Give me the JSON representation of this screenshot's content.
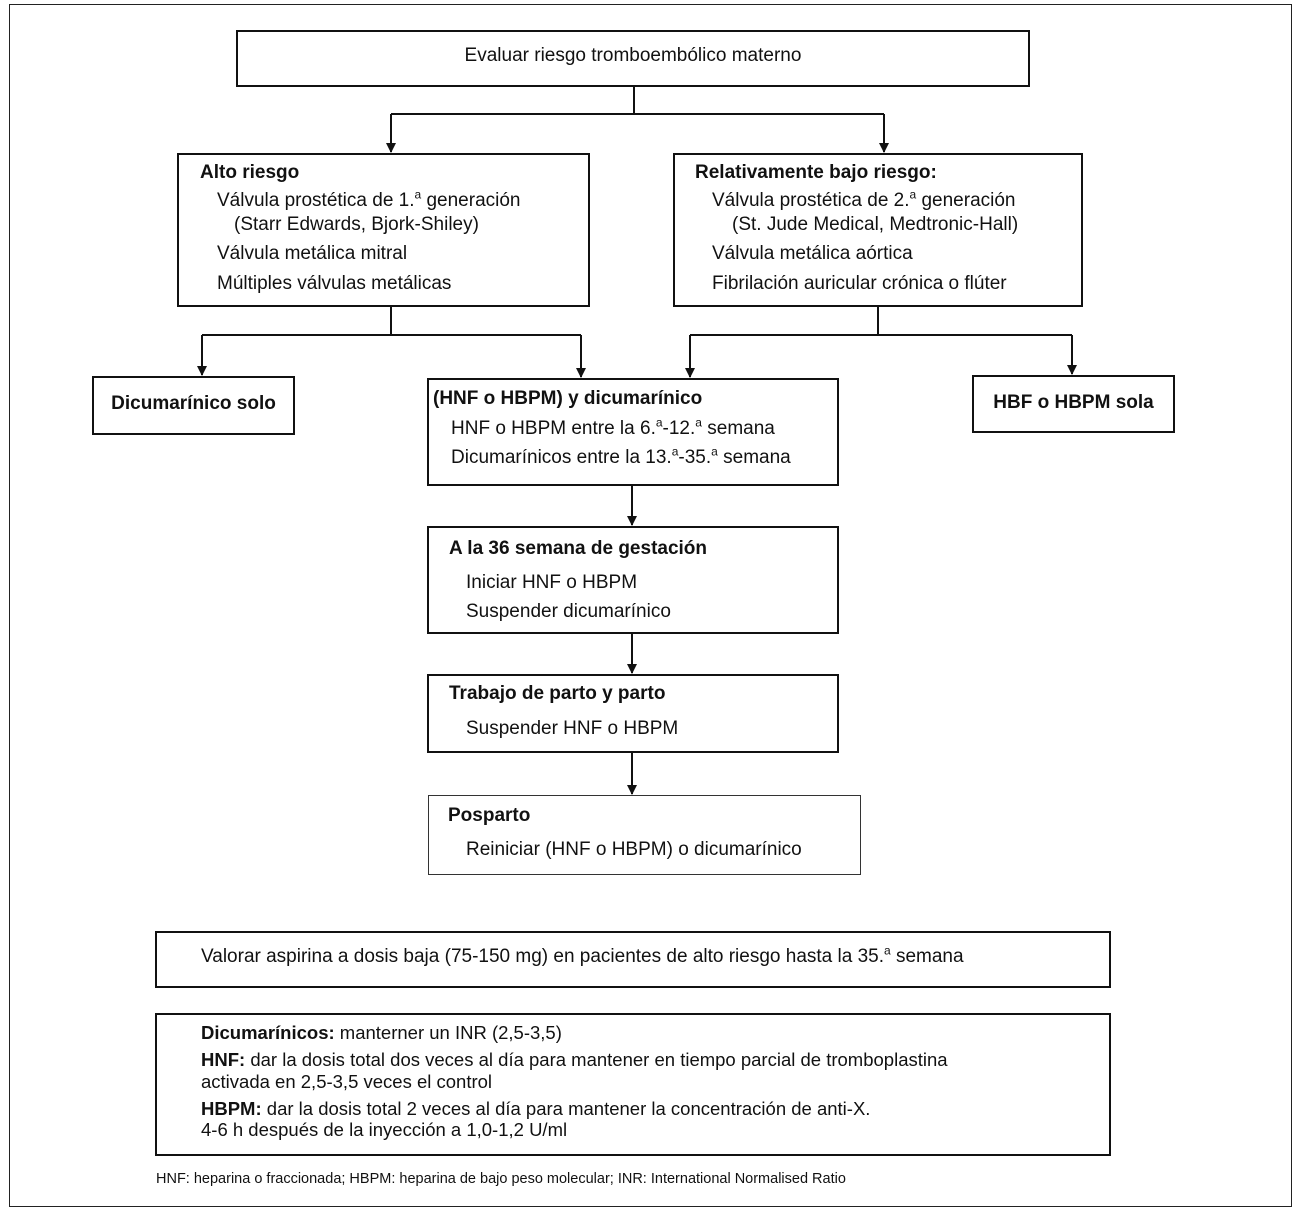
{
  "top": {
    "text": "Evaluar riesgo tromboembólico materno"
  },
  "alto": {
    "title": "Alto riesgo",
    "l1_pre": "Válvula prostética de 1.",
    "l1_sup": "a",
    "l1_post": " generación",
    "l2": "(Starr Edwards, Bjork-Shiley)",
    "l3": "Válvula metálica mitral",
    "l4": "Múltiples válvulas metálicas"
  },
  "bajo": {
    "title": "Relativamente bajo riesgo:",
    "l1_pre": "Válvula prostética de 2.",
    "l1_sup": "a",
    "l1_post": " generación",
    "l2": "(St. Jude Medical, Medtronic-Hall)",
    "l3": "Válvula metálica aórtica",
    "l4": "Fibrilación auricular crónica o flúter"
  },
  "dicu_solo": {
    "text": "Dicumarínico solo"
  },
  "hbf_sola": {
    "text": "HBF o HBPM sola"
  },
  "combo": {
    "title": "(HNF o HBPM) y dicumarínico",
    "l1_a": "HNF o HBPM entre la 6.",
    "l1_s1": "a",
    "l1_b": "-12.",
    "l1_s2": "a",
    "l1_c": " semana",
    "l2_a": "Dicumarínicos entre la 13.",
    "l2_s1": "a",
    "l2_b": "-35.",
    "l2_s2": "a",
    "l2_c": " semana"
  },
  "semana36": {
    "title": "A la 36 semana de gestación",
    "l1": "Iniciar HNF o HBPM",
    "l2": "Suspender dicumarínico"
  },
  "parto": {
    "title": "Trabajo de parto y parto",
    "l1": "Suspender HNF o HBPM"
  },
  "posparto": {
    "title": "Posparto",
    "l1": "Reiniciar (HNF o HBPM) o dicumarínico"
  },
  "aspirina": {
    "pre": "Valorar aspirina a dosis baja (75-150 mg) en pacientes de alto riesgo hasta la 35.",
    "sup": "a",
    "post": " semana"
  },
  "notes": {
    "dicu_label": "Dicumarínicos:",
    "dicu_text": " manterner un INR (2,5-3,5)",
    "hnf_label": "HNF:",
    "hnf_text1": " dar la dosis total dos veces al día para mantener en tiempo parcial de tromboplastina",
    "hnf_text2": "activada en 2,5-3,5 veces el control",
    "hbpm_label": "HBPM:",
    "hbpm_text1": " dar la dosis total 2 veces al día para mantener la concentración de anti-X.",
    "hbpm_text2": "4-6 h después de la inyección a 1,0-1,2 U/ml"
  },
  "footnote": "HNF: heparina o fraccionada; HBPM: heparina de bajo peso molecular; INR: International Normalised Ratio"
}
